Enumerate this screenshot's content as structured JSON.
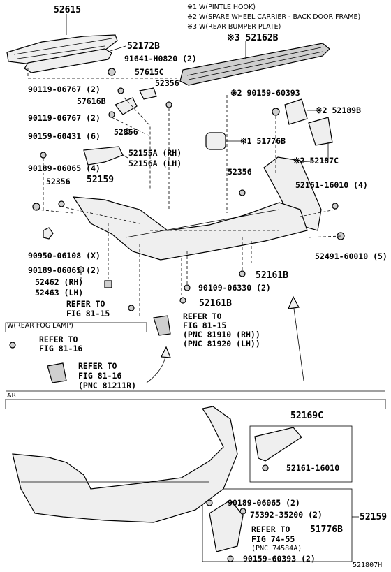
{
  "notes": {
    "n1": "※1 W(PINTLE HOOK)",
    "n2": "※2 W(SPARE WHEEL CARRIER - BACK DOOR FRAME)",
    "n3": "※3 W(REAR BUMPER PLATE)"
  },
  "labels": {
    "p52615": "52615",
    "p52162B": "※3 52162B",
    "p52172B": "52172B",
    "p91641": "91641-H0820 (2)",
    "p57615C": "57615C",
    "p52356a": "52356",
    "p90119a": "90119-06767 (2)",
    "p57616B": "57616B",
    "p90119b": "90119-06767 (2)",
    "p52356b": "52356",
    "p90159_60393": "※2 90159-60393",
    "p52189B": "※2 52189B",
    "p90159_60431": "90159-60431 (6)",
    "p51776B": "※1 51776B",
    "p52155A": "52155A (RH)",
    "p52156A": "52156A (LH)",
    "p52187C": "※2 52187C",
    "p90189a": "90189-06065 (4)",
    "p52356c": "52356",
    "p52159": "52159",
    "p52356d": "52356",
    "p52161_16010": "52161-16010 (4)",
    "p52491": "52491-60010 (5)",
    "p90950": "90950-06108 (X)",
    "p90189b": "90189-06065 (2)",
    "p52161Ba": "52161B",
    "p52462": "52462 (RH)",
    "p52463": "52463 (LH)",
    "p90109": "90109-06330 (2)",
    "refer1a": "REFER TO",
    "refer1b": "FIG 81-15",
    "p52161Bb": "52161B",
    "refer2a": "REFER TO",
    "refer2b": "FIG 81-15",
    "refer2c": "(PNC 81910 (RH))",
    "refer2d": "(PNC 81920 (LH))",
    "fog_title": "W(REAR FOG LAMP)",
    "refer3a": "REFER TO",
    "refer3b": "FIG 81-16",
    "refer4a": "REFER TO",
    "refer4b": "FIG 81-16",
    "refer4c": "(PNC 81211R)",
    "arl": "ARL",
    "p52169C": "52169C",
    "p52161_16010b": "52161-16010",
    "p52159b": "52159",
    "p90189c": "90189-06065 (2)",
    "p75392": "75392-35200 (2)",
    "refer5a": "REFER TO",
    "p51776Bb": "51776B",
    "refer5b": "FIG 74-55",
    "refer5c": "(PNC 74584A)",
    "p90159_60393b": "90159-60393 (2)",
    "code": "521807H"
  }
}
